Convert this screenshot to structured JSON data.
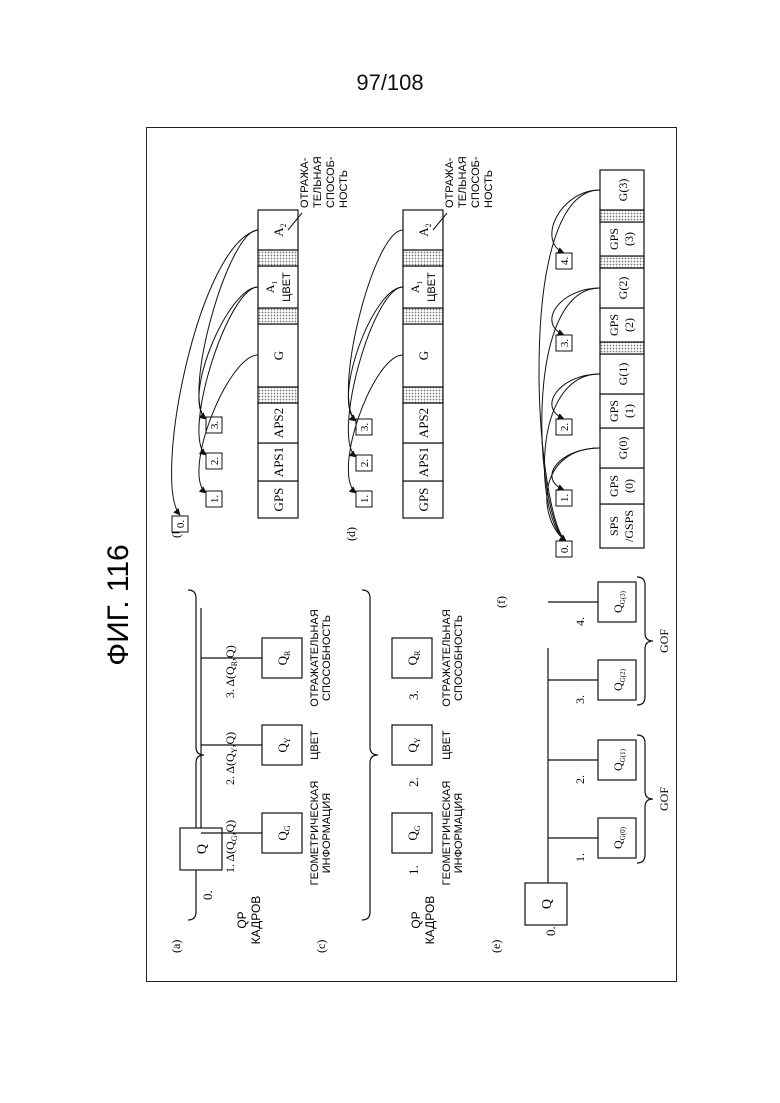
{
  "page_number": "97/108",
  "figure_title": "ФИГ. 116",
  "panel_a": {
    "label": "(a)",
    "group_label_line1": "QP",
    "group_label_line2": "КАДРОВ",
    "step0": "0.",
    "root_box": "Q",
    "edges": [
      "1. Δ(Q",
      "2. Δ(Q",
      "3. Δ(Q"
    ],
    "edge_subs": [
      "G",
      "Y",
      "R"
    ],
    "edge_tail": ",Q)",
    "child_main": "Q",
    "child_subs": [
      "G",
      "Y",
      "R"
    ],
    "captions": [
      [
        "ГЕОМЕТРИЧЕСКАЯ",
        "ИНФОРМАЦИЯ"
      ],
      [
        "ЦВЕТ"
      ],
      [
        "ОТРАЖАТЕЛЬНАЯ",
        "СПОСОБНОСТЬ"
      ]
    ]
  },
  "panel_c": {
    "label": "(c)",
    "group_label_line1": "QP",
    "group_label_line2": "КАДРОВ",
    "steps": [
      "1.",
      "2.",
      "3."
    ],
    "box_main": "Q",
    "box_subs": [
      "G",
      "Y",
      "R"
    ],
    "captions": [
      [
        "ГЕОМЕТРИЧЕСКАЯ",
        "ИНФОРМАЦИЯ"
      ],
      [
        "ЦВЕТ"
      ],
      [
        "ОТРАЖАТЕЛЬНАЯ",
        "СПОСОБНОСТЬ"
      ]
    ]
  },
  "panel_e": {
    "label": "(e)",
    "step0": "0.",
    "root_box": "Q",
    "steps": [
      "1.",
      "2.",
      "3.",
      "4."
    ],
    "box_main": "Q",
    "box_subs": [
      "G(0)",
      "G(1)",
      "G(2)",
      "G(3)"
    ],
    "group_label": "GOF"
  },
  "panel_b": {
    "label": "(b)",
    "cells": [
      "GPS",
      "APS1",
      "APS2",
      "G",
      "A",
      "A"
    ],
    "cell_subs": [
      "",
      "",
      "",
      "",
      "1",
      "2"
    ],
    "cell_note": "ЦВЕТ",
    "markers": [
      "0.",
      "1.",
      "2.",
      "3."
    ],
    "caption": [
      "ОТРАЖА-",
      "ТЕЛЬНАЯ",
      "СПОСОБ-",
      "НОСТЬ"
    ]
  },
  "panel_d": {
    "label": "(d)",
    "cells": [
      "GPS",
      "APS1",
      "APS2",
      "G",
      "A",
      "A"
    ],
    "cell_subs": [
      "",
      "",
      "",
      "",
      "1",
      "2"
    ],
    "cell_note": "ЦВЕТ",
    "markers": [
      "1.",
      "2.",
      "3."
    ],
    "caption": [
      "ОТРАЖА-",
      "ТЕЛЬНАЯ",
      "СПОСОБ-",
      "НОСТЬ"
    ]
  },
  "panel_f": {
    "label": "(f)",
    "cells": [
      [
        "SPS",
        "/GSPS"
      ],
      [
        "GPS",
        "(0)"
      ],
      [
        "G(0)"
      ],
      [
        "GPS",
        "(1)"
      ],
      [
        "G(1)"
      ],
      [
        "GPS",
        "(2)"
      ],
      [
        "G(2)"
      ],
      [
        "GPS",
        "(3)"
      ],
      [
        "G(3)"
      ]
    ],
    "markers": [
      "0.",
      "1.",
      "2.",
      "3.",
      "4."
    ]
  }
}
